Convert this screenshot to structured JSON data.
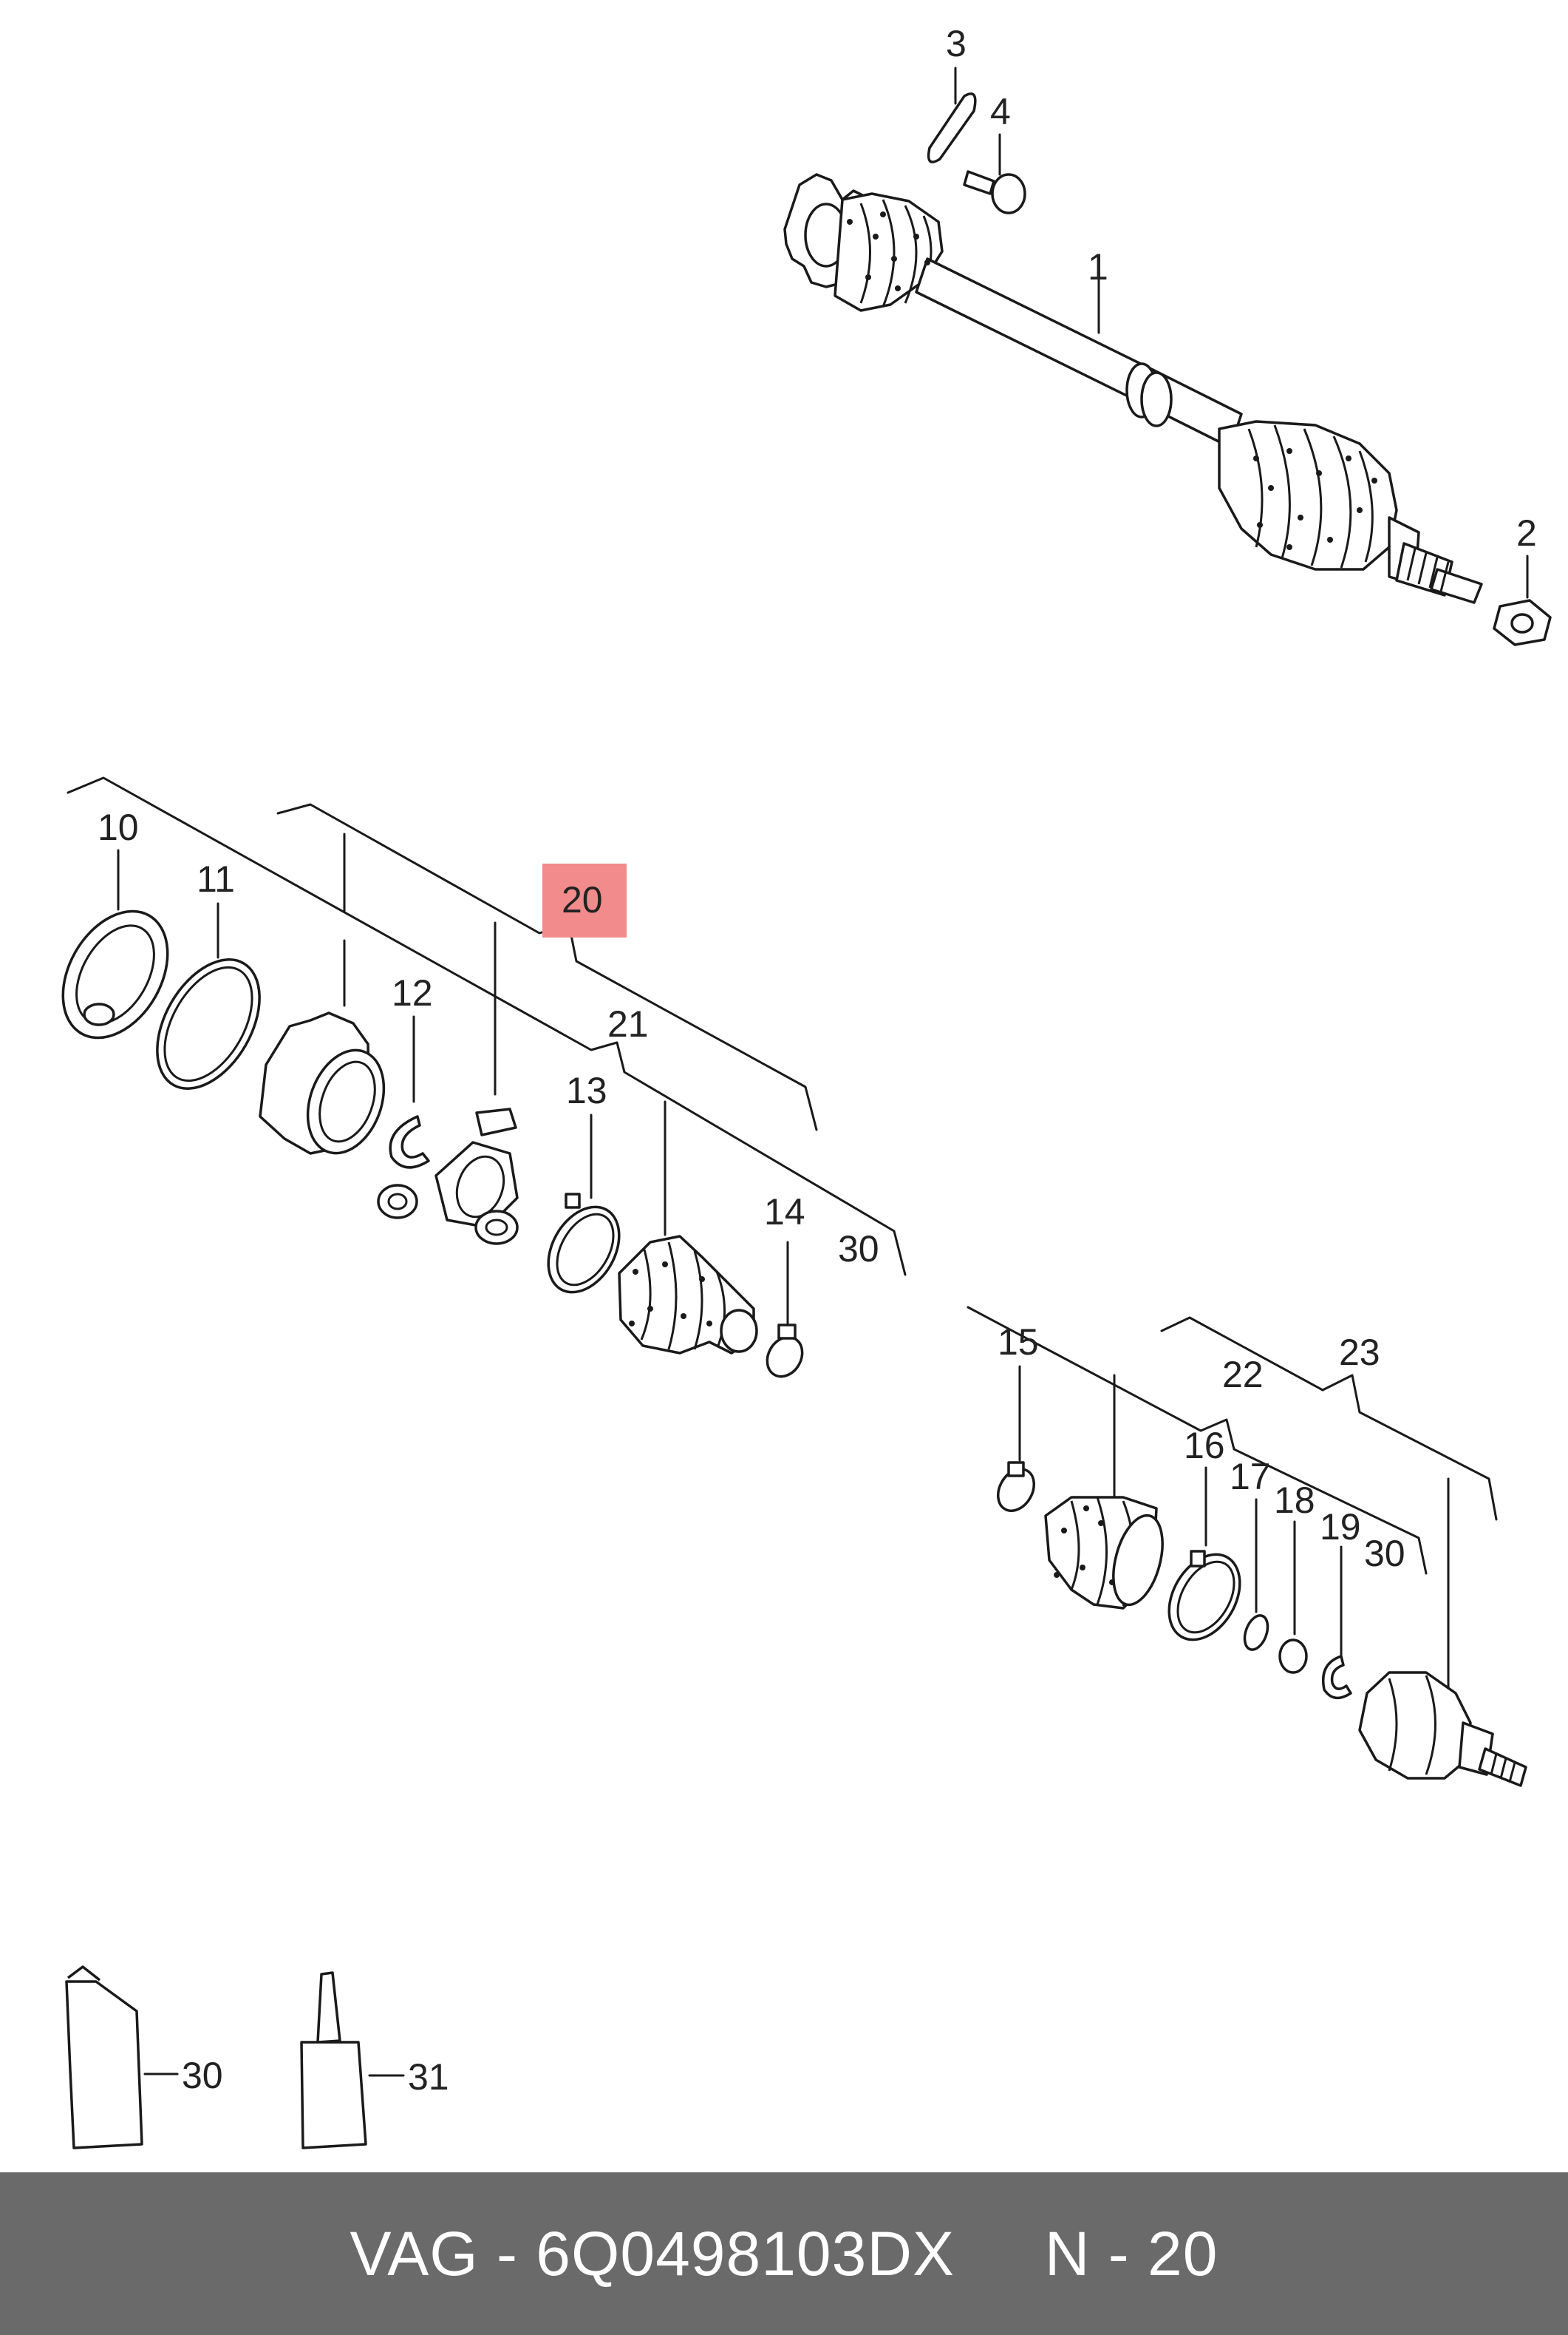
{
  "colors": {
    "highlight": "#f28b8b",
    "footer_bg": "#6a6a6a",
    "footer_text": "#ffffff",
    "line": "#1a1a1a"
  },
  "callouts": {
    "c1": "1",
    "c2": "2",
    "c3": "3",
    "c4": "4",
    "c10": "10",
    "c11": "11",
    "c12": "12",
    "c13": "13",
    "c14": "14",
    "c15": "15",
    "c16": "16",
    "c17": "17",
    "c18": "18",
    "c19": "19",
    "c20": "20",
    "c21": "21",
    "c22": "22",
    "c23": "23",
    "c30a": "30",
    "c30b": "30",
    "c30c": "30",
    "c31": "31"
  },
  "highlighted_part": "20",
  "footer": {
    "text": "VAG - 6Q0498103DX     N - 20"
  }
}
